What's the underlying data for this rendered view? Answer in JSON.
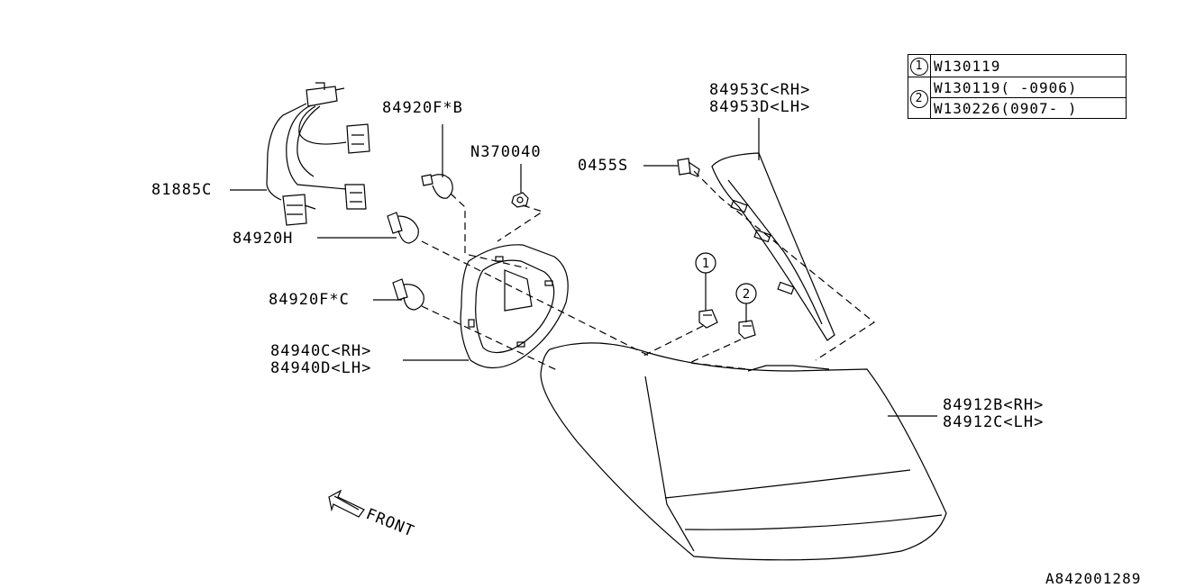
{
  "parts": {
    "harness": "81885C",
    "bulb_h": "84920H",
    "bulb_fc": "84920F*C",
    "bulb_fb": "84920F*B",
    "nut": "N370040",
    "screw": "0455S",
    "bracket_rh": "84953C<RH>",
    "bracket_lh": "84953D<LH>",
    "gasket_rh": "84940C<RH>",
    "gasket_lh": "84940D<LH>",
    "lamp_rh": "84912B<RH>",
    "lamp_lh": "84912C<LH>"
  },
  "callouts": {
    "c1": "1",
    "c2": "2"
  },
  "legend": {
    "row1_num": "1",
    "row1_part": "W130119",
    "row2_num": "2",
    "row2_part_a": "W130119(  -0906)",
    "row2_part_b": "W130226(0907-  )"
  },
  "front_label": "FRONT",
  "diagram_id": "A842001289"
}
